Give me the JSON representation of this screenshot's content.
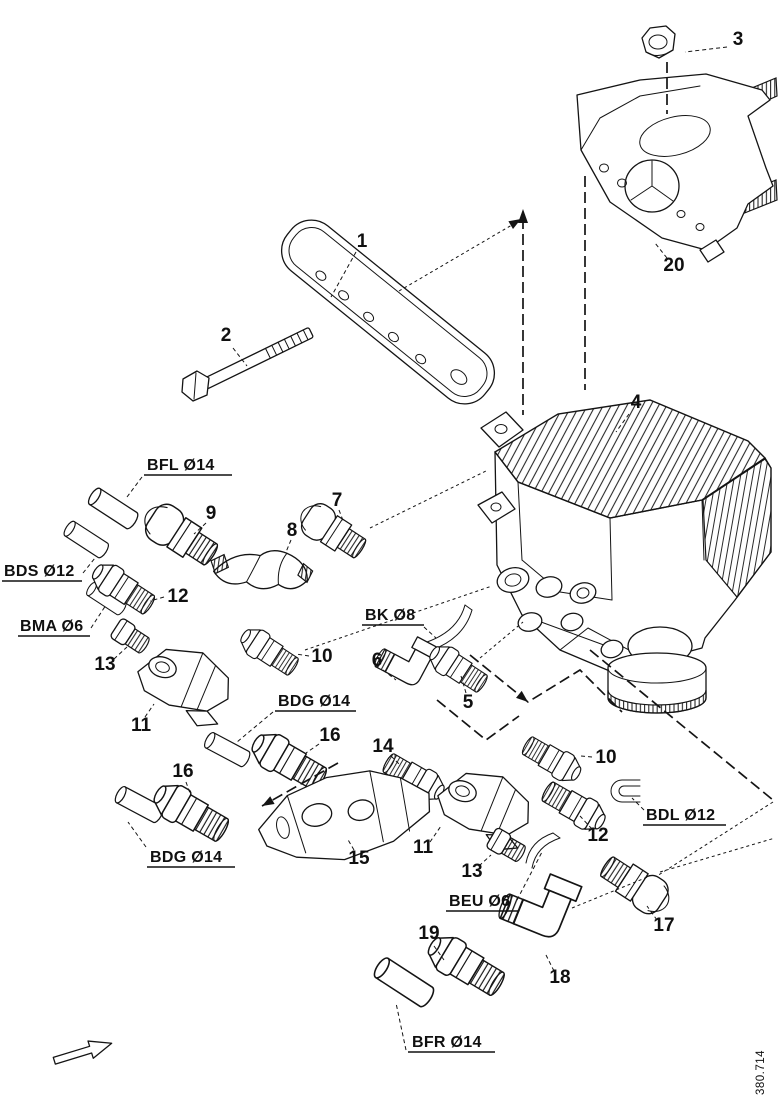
{
  "figure": {
    "drawing_number": "380.714"
  },
  "callouts": {
    "c1": "1",
    "c2": "2",
    "c3": "3",
    "c4": "4",
    "c5": "5",
    "c6": "6",
    "c7": "7",
    "c8": "8",
    "c9": "9",
    "c10a": "10",
    "c10b": "10",
    "c11a": "11",
    "c11b": "11",
    "c12a": "12",
    "c12b": "12",
    "c13a": "13",
    "c13b": "13",
    "c14": "14",
    "c15": "15",
    "c16a": "16",
    "c16b": "16",
    "c17": "17",
    "c18": "18",
    "c19": "19",
    "c20": "20"
  },
  "ports": {
    "bfl": "BFL Ø14",
    "bds": "BDS Ø12",
    "bma": "BMA Ø6",
    "bk": "BK Ø8",
    "bdg_upper": "BDG Ø14",
    "bdg_lower": "BDG Ø14",
    "bdl": "BDL Ø12",
    "beu": "BEU Ø6",
    "bfr": "BFR Ø14"
  }
}
